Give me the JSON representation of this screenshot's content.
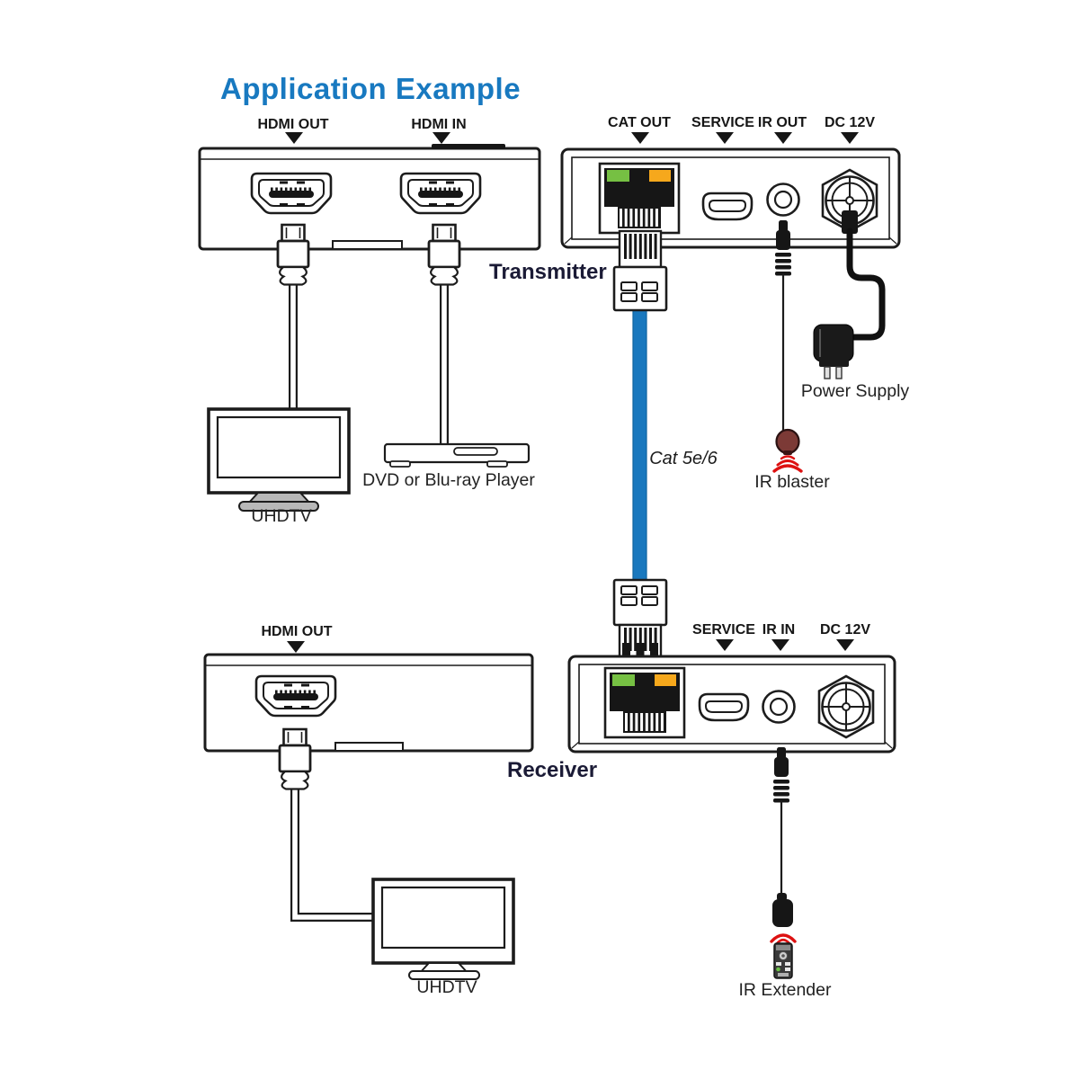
{
  "title": "Application Example",
  "transmitter": {
    "label": "Transmitter",
    "front_panel_ports": [
      {
        "label": "HDMI OUT"
      },
      {
        "label": "HDMI IN"
      }
    ],
    "rear_panel_ports": [
      {
        "label": "CAT OUT"
      },
      {
        "label": "SERVICE"
      },
      {
        "label": "IR OUT"
      },
      {
        "label": "DC 12V"
      }
    ]
  },
  "receiver": {
    "label": "Receiver",
    "front_panel_ports": [
      {
        "label": "HDMI OUT"
      }
    ],
    "rear_panel_ports": [
      {
        "label": "SERVICE"
      },
      {
        "label": "IR IN"
      },
      {
        "label": "DC 12V"
      }
    ]
  },
  "link_cable": {
    "label": "Cat 5e/6",
    "color": "#1978be"
  },
  "peripherals": {
    "uhdtv_top": {
      "label": "UHDTV"
    },
    "dvd_player": {
      "label": "DVD or Blu-ray Player"
    },
    "power_supply": {
      "label": "Power Supply"
    },
    "ir_blaster": {
      "label": "IR blaster"
    },
    "uhdtv_bottom": {
      "label": "UHDTV"
    },
    "ir_extender": {
      "label": "IR Extender"
    }
  },
  "colors": {
    "title_blue": "#1879c0",
    "cable_blue": "#1978be",
    "rj45_led_green": "#76c043",
    "rj45_led_orange": "#f6a81c",
    "ir_signal_red": "#dd1111",
    "unit_label": "#1b1b36"
  }
}
